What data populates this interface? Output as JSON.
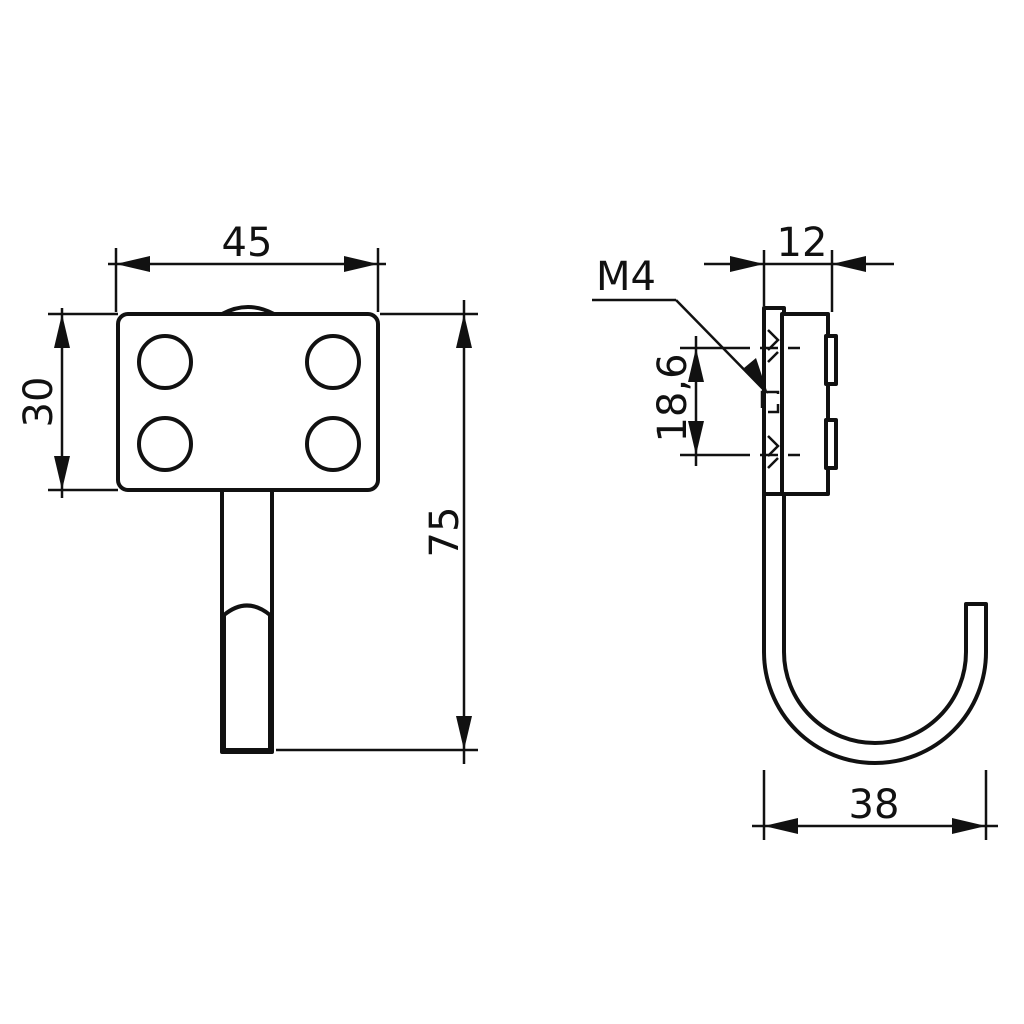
{
  "drawing": {
    "subject": "coat-hook",
    "dimensions": {
      "width": "45",
      "height": "30",
      "total_height": "75",
      "thread": "M4",
      "hole_spacing": "18,6",
      "depth": "12",
      "hook_width": "38"
    }
  }
}
